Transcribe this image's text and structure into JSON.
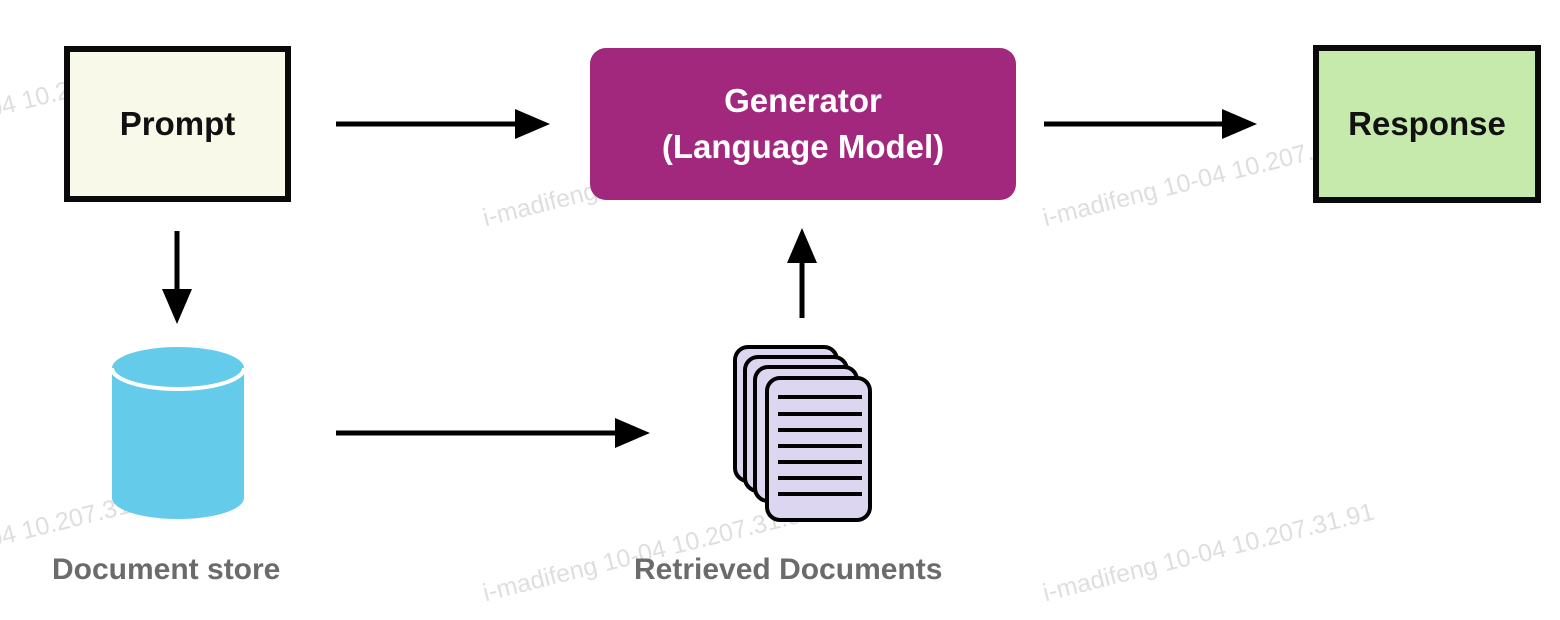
{
  "nodes": {
    "prompt": {
      "label": "Prompt"
    },
    "generator": {
      "line1": "Generator",
      "line2": "(Language Model)"
    },
    "response": {
      "label": "Response"
    },
    "document_store": {
      "label": "Document store"
    },
    "retrieved_documents": {
      "label": "Retrieved Documents"
    }
  },
  "colors": {
    "prompt_fill": "#f8f9e9",
    "generator_fill": "#a1287d",
    "response_fill": "#c5eaab",
    "database_fill": "#65cbea",
    "document_fill": "#ddd6f1",
    "arrow": "#000000",
    "caption_text": "#6b6b6b"
  },
  "icons": {
    "document_store": "database-cylinder-icon",
    "retrieved_documents": "document-stack-icon"
  },
  "watermark": {
    "text": "i-madifeng 10-04 10.207.31.91"
  }
}
